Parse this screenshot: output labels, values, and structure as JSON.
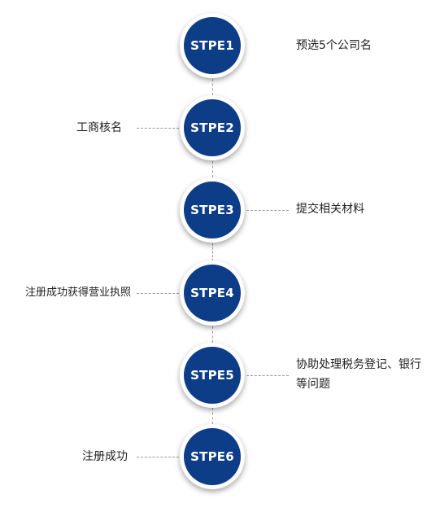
{
  "steps": [
    {
      "label": "STPE1",
      "text": "预选5个公司名",
      "side": "right"
    },
    {
      "label": "STPE2",
      "text": "工商核名",
      "side": "left"
    },
    {
      "label": "STPE3",
      "text": "提交相关材料",
      "side": "right"
    },
    {
      "label": "STPE4",
      "text": "注册成功获得营业执照",
      "side": "left"
    },
    {
      "label": "STPE5",
      "text_lines": [
        "协助处理税务登记、银行",
        "等问题"
      ],
      "side": "right"
    },
    {
      "label": "STPE6",
      "text": "注册成功",
      "side": "left"
    }
  ],
  "colors": {
    "circle_fill": "#0e3d88",
    "circle_ring": "#ffffff",
    "label_text": "#ffffff",
    "connector": "#9a9a9a",
    "desc_text": "#222222"
  }
}
